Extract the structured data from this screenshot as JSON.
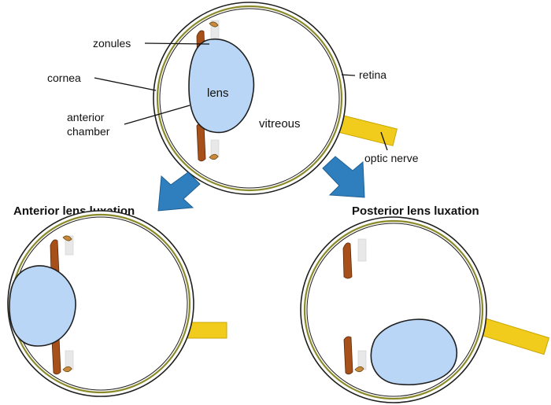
{
  "diagram": {
    "labels": {
      "zonules": "zonules",
      "cornea": "cornea",
      "anterior": "anterior",
      "chamber": "chamber",
      "retina": "retina",
      "lens": "lens",
      "vitreous": "vitreous",
      "optic_nerve": "optic nerve"
    },
    "panels": {
      "anterior_title": "Anterior lens luxation",
      "posterior_title": "Posterior lens luxation"
    },
    "colors": {
      "lens_fill": "#b9d6f6",
      "iris": "#a8501a",
      "zonule_tissue": "#c78a3c",
      "retina": "#8a8a2a",
      "optic_nerve": "#f2cc1c",
      "arrow": "#2f7fbf",
      "outline": "#1f1f1f"
    }
  }
}
